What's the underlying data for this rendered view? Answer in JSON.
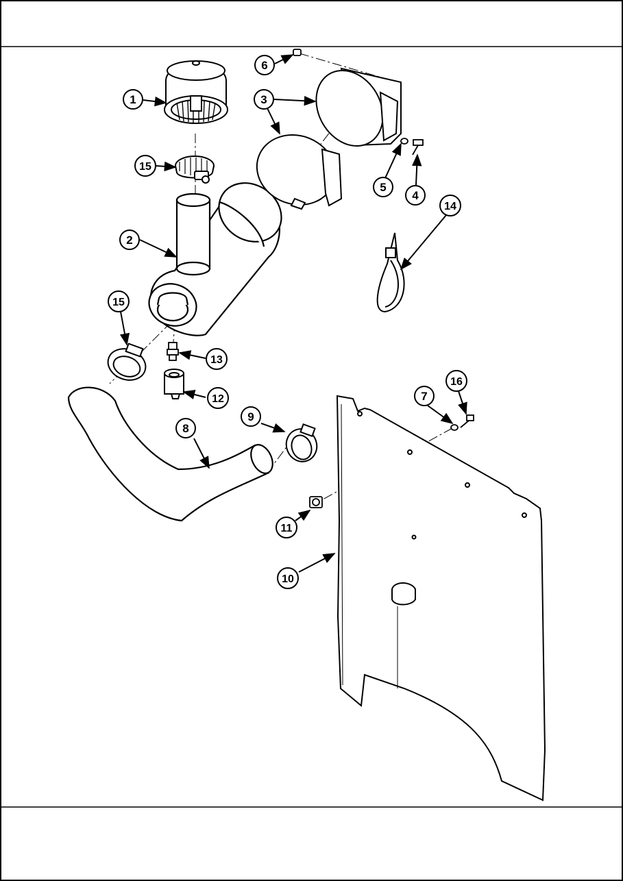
{
  "diagram": {
    "callouts": [
      {
        "id": "c1",
        "label": "1"
      },
      {
        "id": "c2",
        "label": "2"
      },
      {
        "id": "c3",
        "label": "3"
      },
      {
        "id": "c4",
        "label": "4"
      },
      {
        "id": "c5",
        "label": "5"
      },
      {
        "id": "c6",
        "label": "6"
      },
      {
        "id": "c7",
        "label": "7"
      },
      {
        "id": "c8",
        "label": "8"
      },
      {
        "id": "c9",
        "label": "9"
      },
      {
        "id": "c10",
        "label": "10"
      },
      {
        "id": "c11",
        "label": "11"
      },
      {
        "id": "c12",
        "label": "12"
      },
      {
        "id": "c13",
        "label": "13"
      },
      {
        "id": "c14",
        "label": "14"
      },
      {
        "id": "c15a",
        "label": "15"
      },
      {
        "id": "c15b",
        "label": "15"
      },
      {
        "id": "c16",
        "label": "16"
      }
    ]
  }
}
